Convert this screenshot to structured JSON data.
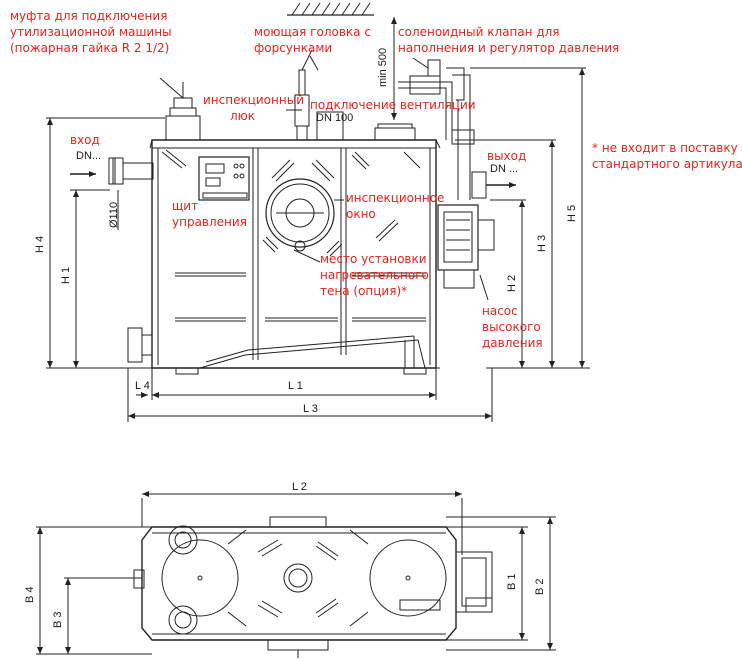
{
  "labels": {
    "coupling": [
      "муфта для подключения",
      "утилизационной машины",
      "(пожарная гайка R 2 1/2)"
    ],
    "wash_head": [
      "моющая головка с",
      "форсунками"
    ],
    "solenoid": [
      "соленоидный клапан для",
      "наполнения и регулятор давления"
    ],
    "inspection_hatch": [
      "инспекционный",
      "люк"
    ],
    "ventilation": "подключение вентиляции",
    "inlet": "вход",
    "outlet": "выход",
    "control_panel": [
      "щит",
      "управления"
    ],
    "inspection_window": [
      "инспекционное",
      "окно"
    ],
    "heater": [
      "место установки",
      "нагревательного",
      "тена (опция)*"
    ],
    "pump": [
      "насос",
      "высокого",
      "давления"
    ],
    "footnote": [
      "* не входит в поставку",
      "стандартного артикула"
    ]
  },
  "dimensions": {
    "dn_in": "DN...",
    "dn_out": "DN ...",
    "dn100": "DN 100",
    "min500": "min 500",
    "d110": "Ø110",
    "h1": "H 1",
    "h2": "H 2",
    "h3": "H 3",
    "h4": "H 4",
    "h5": "H 5",
    "l1": "L 1",
    "l2": "L 2",
    "l3": "L 3",
    "l4": "L 4",
    "b1": "B 1",
    "b2": "B 2",
    "b3": "B 3",
    "b4": "B 4"
  }
}
